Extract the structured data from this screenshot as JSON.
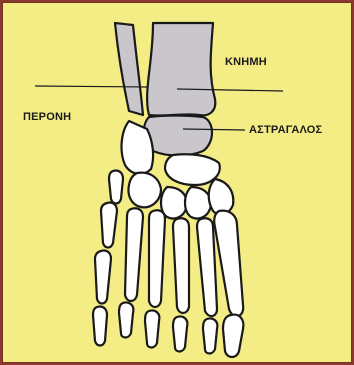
{
  "labels": {
    "tibia": "ΚΝΗΜΗ",
    "fibula": "ΠΕΡΟΝΗ",
    "talus": "ΑΣΤΡΑΓΑΛΟΣ"
  },
  "colors": {
    "background": "#f4ed86",
    "border": "#8a3a2c",
    "bone_fill": "#ffffff",
    "highlight_bone": "#c9c6cc",
    "outline": "#1a1a1a"
  }
}
